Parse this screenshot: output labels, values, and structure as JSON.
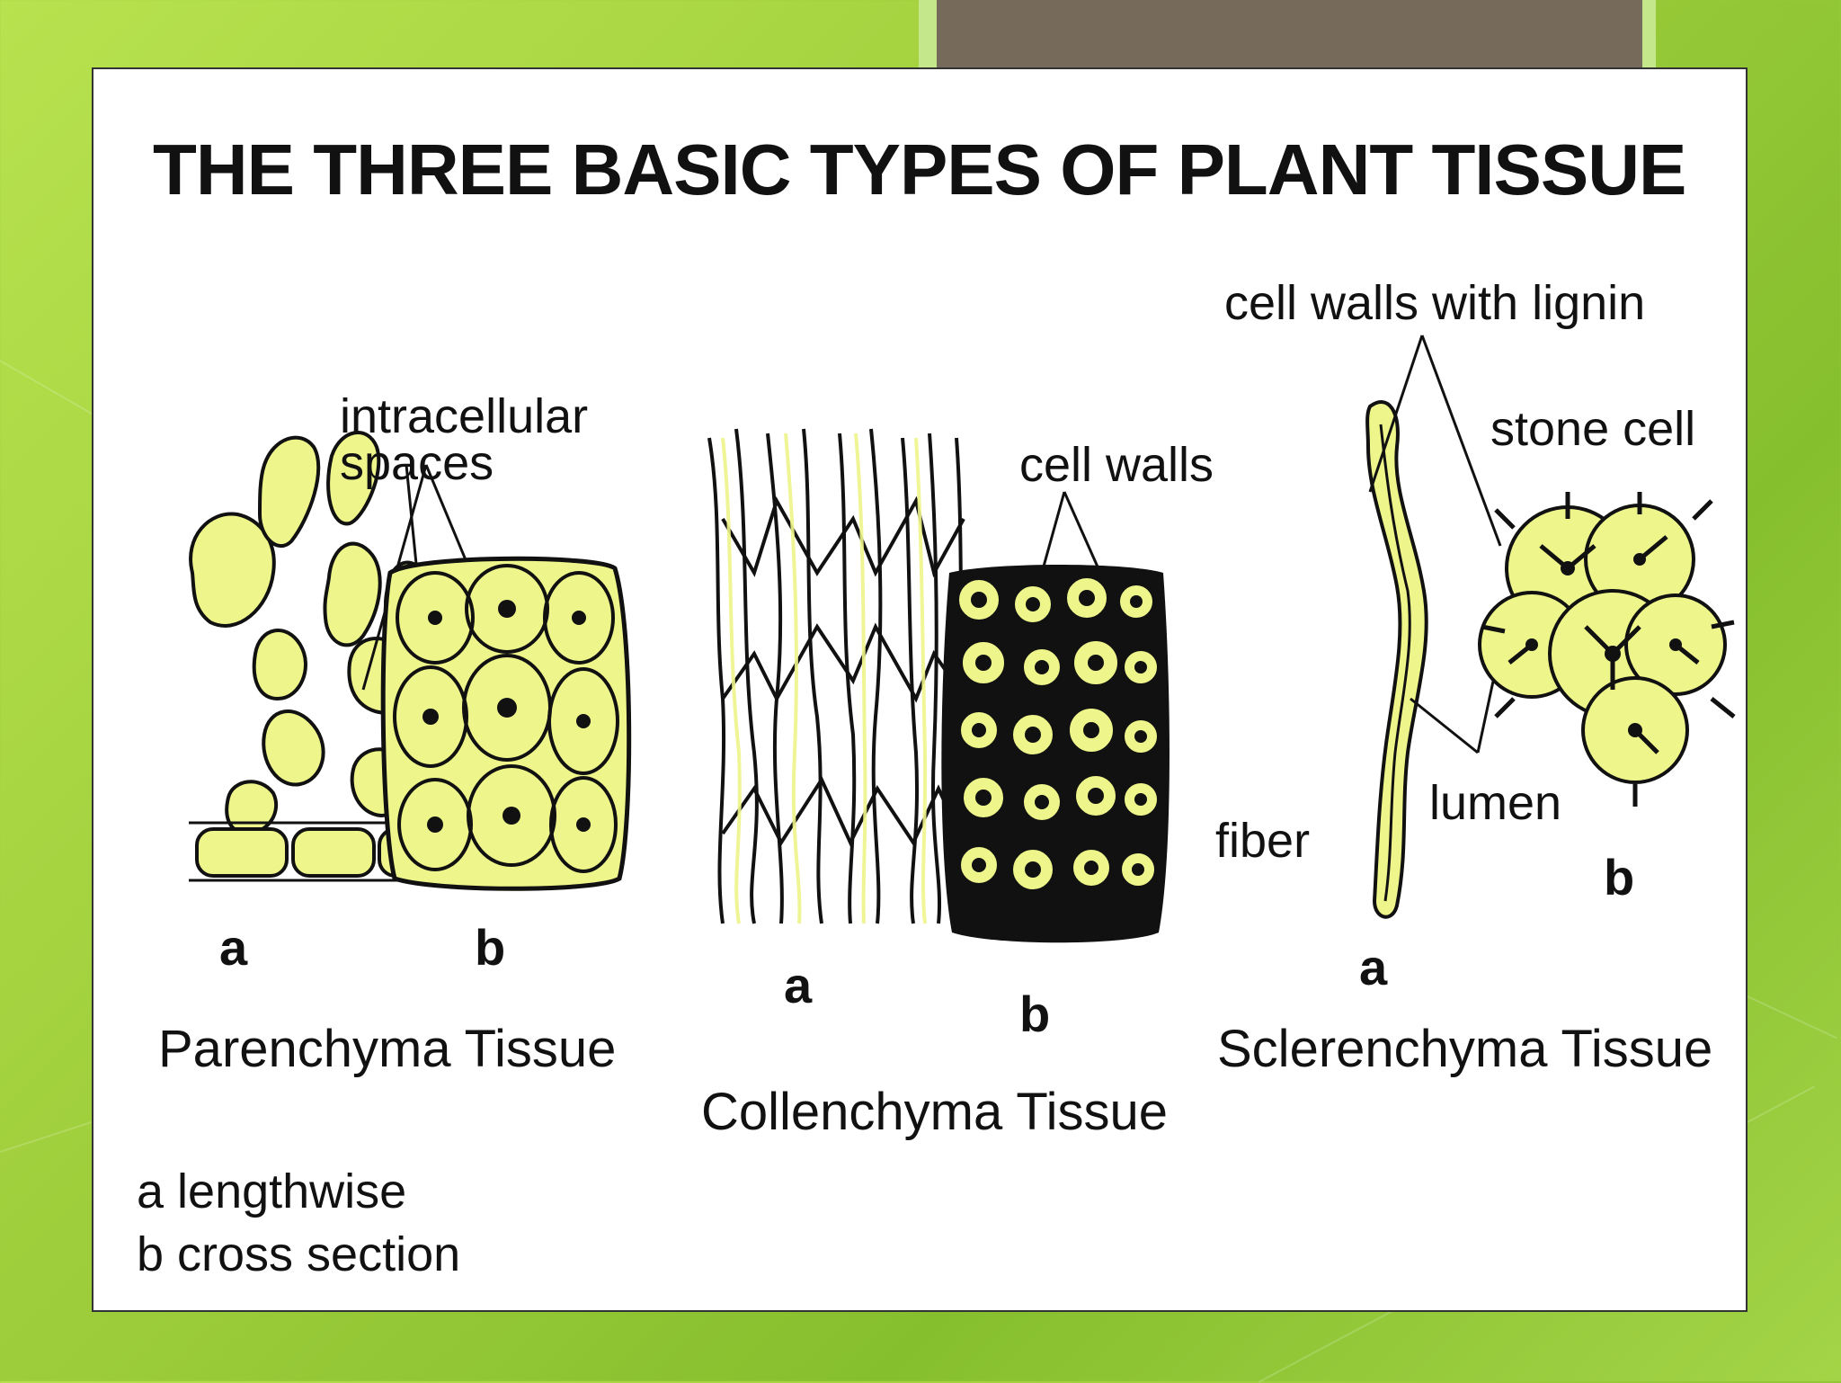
{
  "title": "THE THREE BASIC TYPES OF PLANT TISSUE",
  "parenchyma": {
    "callout": [
      "intracellular",
      "spaces"
    ],
    "label_a": "a",
    "label_b": "b",
    "name": "Parenchyma Tissue"
  },
  "collenchyma": {
    "callout": "cell walls",
    "label_a": "a",
    "label_b": "b",
    "name": "Collenchyma Tissue"
  },
  "sclerenchyma": {
    "callout_lignin": "cell walls with lignin",
    "callout_stone": "stone cell",
    "callout_fiber": "fiber",
    "callout_lumen": "lumen",
    "label_a": "a",
    "label_b": "b",
    "name": "Sclerenchyma Tissue"
  },
  "legend": [
    "a lengthwise",
    "b cross section"
  ],
  "colors": {
    "cell_fill": "#eef58a",
    "cell_stroke": "#111111",
    "background_green": "#9ccc3a",
    "tab_brown": "#766a5b"
  }
}
